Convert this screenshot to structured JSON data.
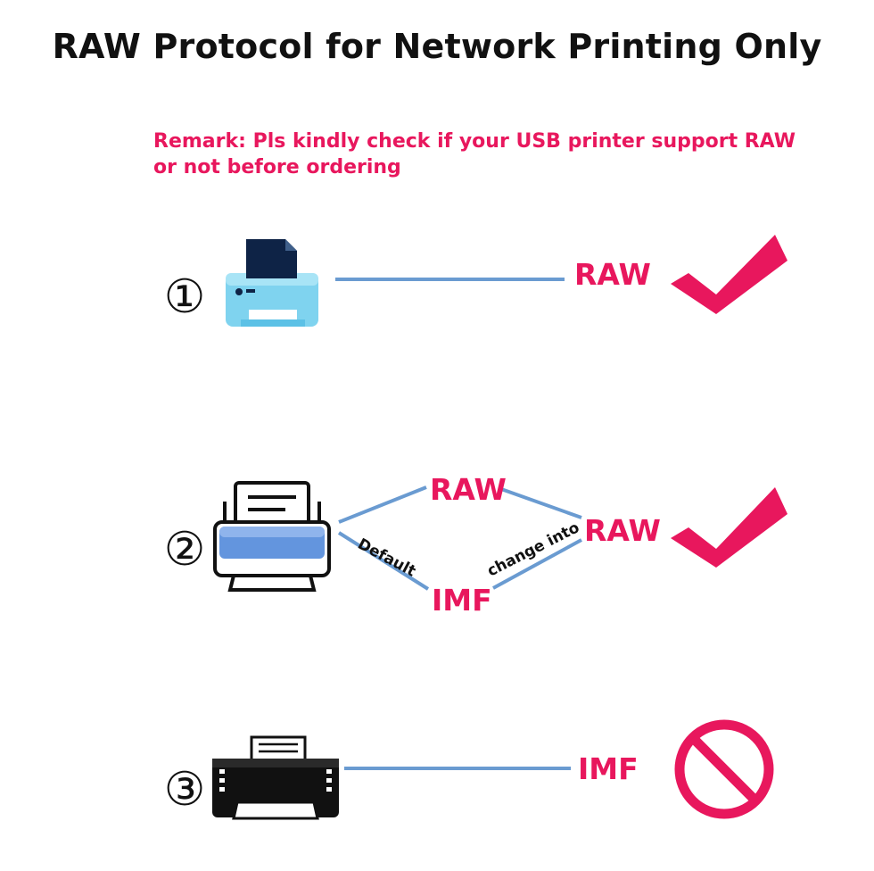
{
  "title": "RAW Protocol for Network Printing Only",
  "remark": {
    "line1": "Remark: Pls kindly check if your USB printer support RAW",
    "line2": "or not before ordering"
  },
  "colors": {
    "accent": "#e8175d",
    "line": "#6a9bd1",
    "text": "#111111"
  },
  "rows": [
    {
      "number": "①",
      "printer_icon": "light-blue-printer-icon",
      "protocol": "RAW",
      "status_icon": "checkmark-icon"
    },
    {
      "number": "②",
      "printer_icon": "blue-printer-icon",
      "upper_protocol": "RAW",
      "lower_protocol": "IMF",
      "result_protocol": "RAW",
      "left_edge_label": "Default",
      "right_edge_label": "change into",
      "status_icon": "checkmark-icon"
    },
    {
      "number": "③",
      "printer_icon": "black-printer-icon",
      "protocol": "IMF",
      "status_icon": "prohibited-icon"
    }
  ]
}
